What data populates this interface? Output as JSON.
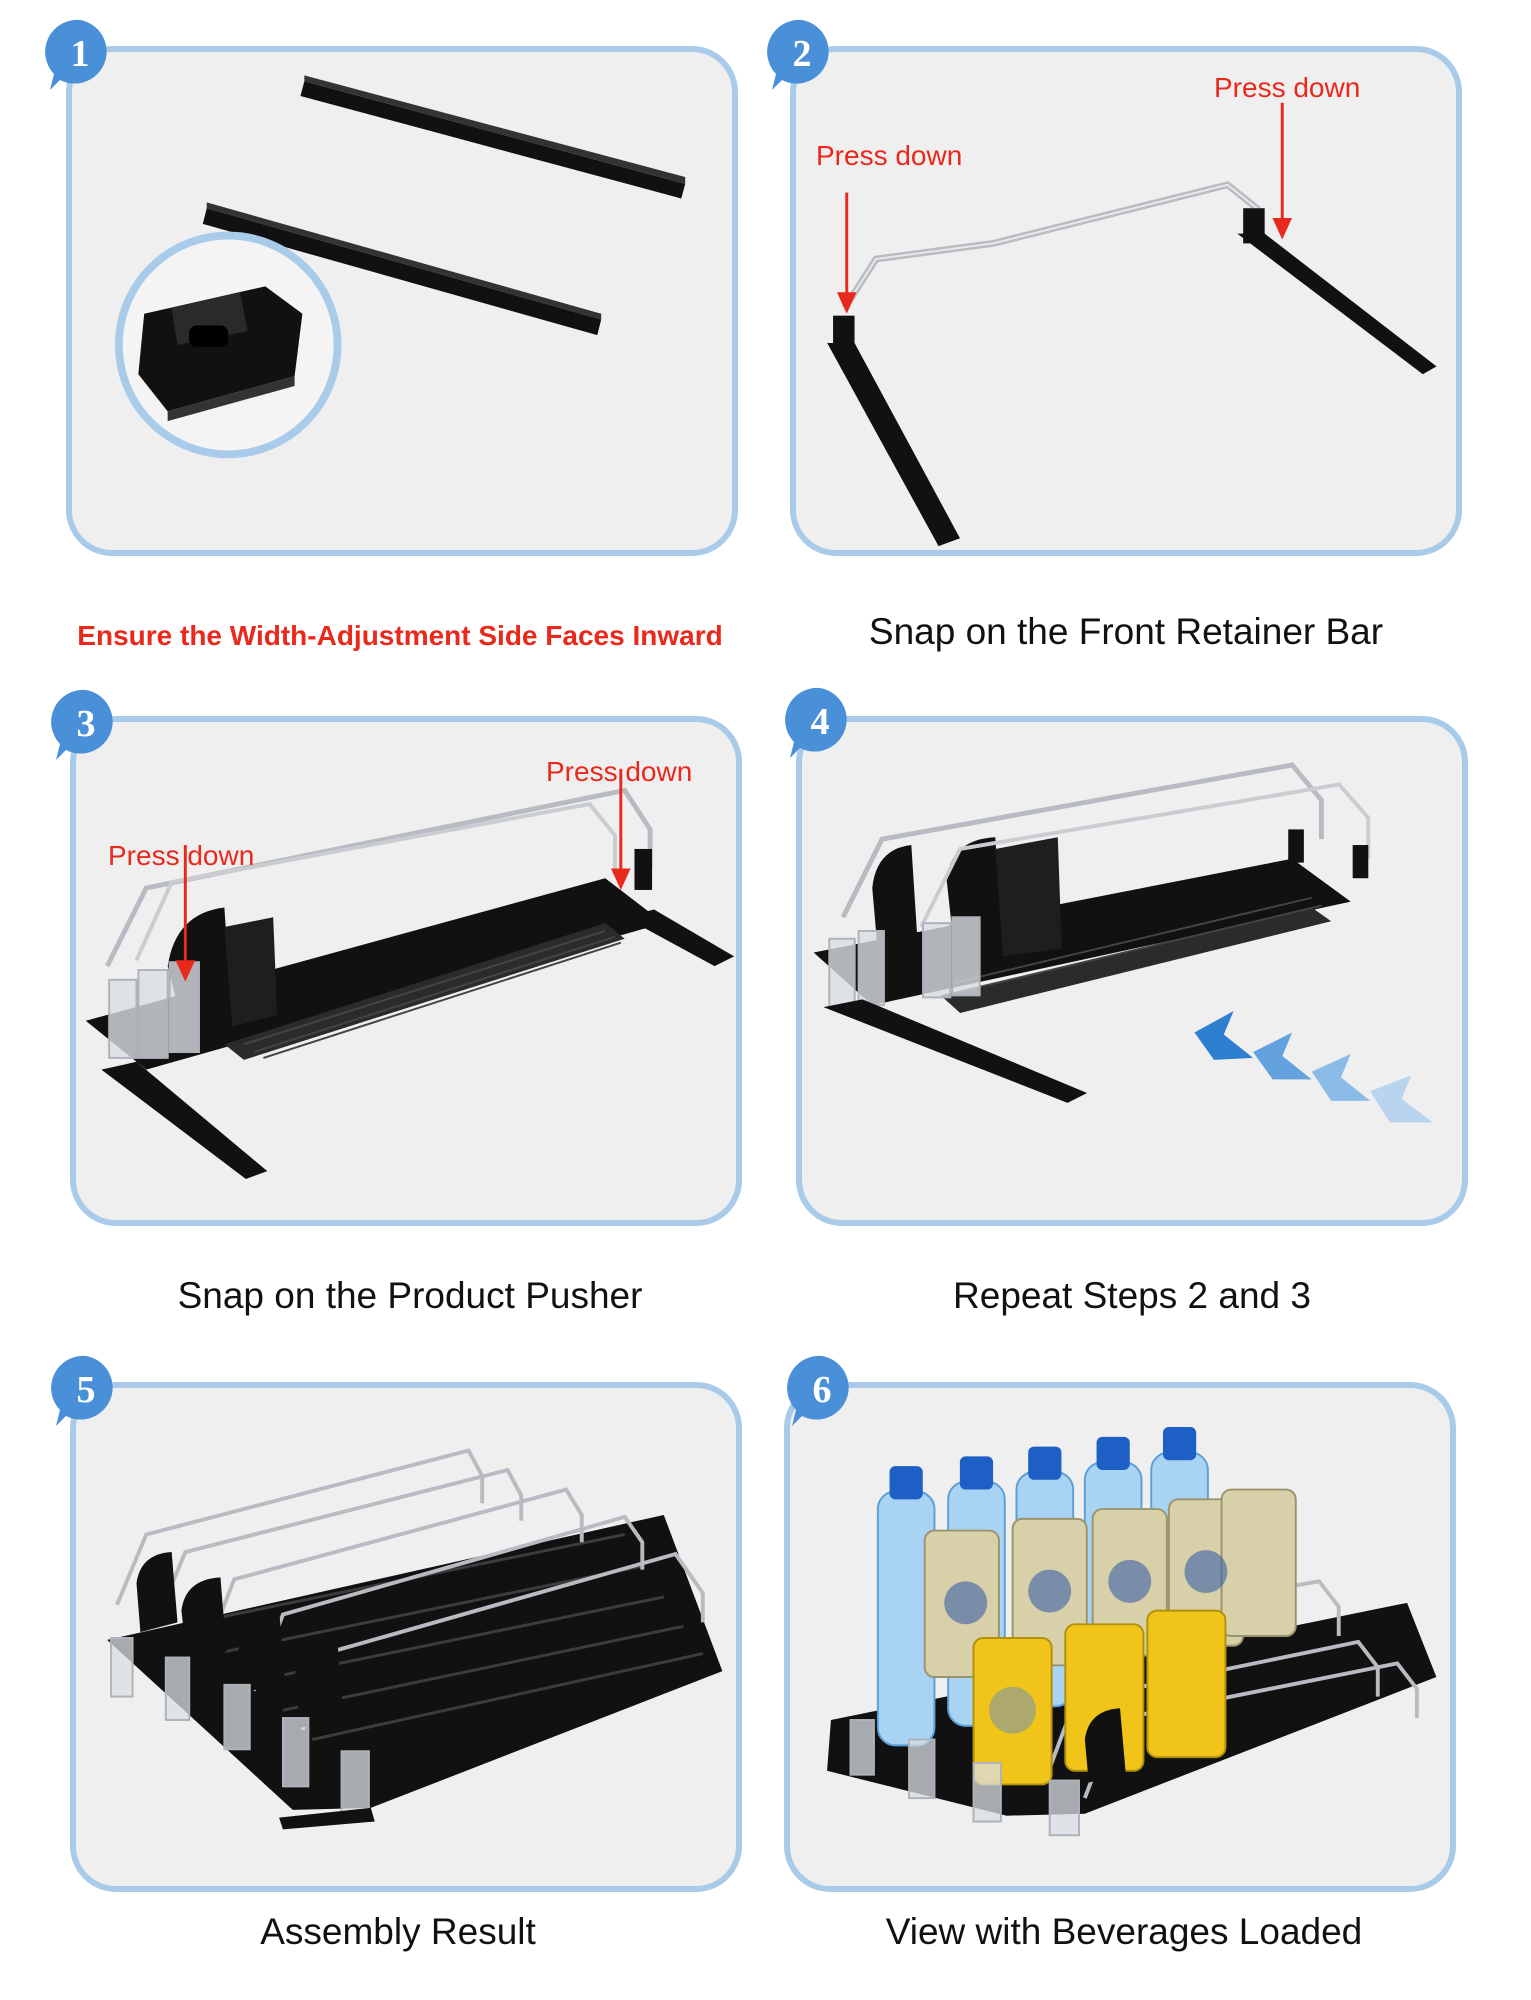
{
  "steps": [
    {
      "number": "1",
      "caption": "Ensure the Width-Adjustment Side Faces Inward",
      "callouts": []
    },
    {
      "number": "2",
      "caption": "Snap on the Front Retainer Bar",
      "callouts": [
        "Press down",
        "Press down"
      ]
    },
    {
      "number": "3",
      "caption": "Snap on the Product Pusher",
      "callouts": [
        "Press down",
        "Press down"
      ]
    },
    {
      "number": "4",
      "caption": "Repeat Steps 2 and 3",
      "callouts": []
    },
    {
      "number": "5",
      "caption": "Assembly Result",
      "callouts": []
    },
    {
      "number": "6",
      "caption": "View with Beverages Loaded",
      "callouts": []
    }
  ],
  "colors": {
    "panel_border": "#a9cbea",
    "panel_fill": "#efefef",
    "badge": "#4a90d9",
    "callout_red": "#e8291c",
    "part_black": "#111111",
    "wire_silver": "#b8bcc2",
    "arrow_blue": "#3a8fd8"
  },
  "icons": {
    "badge": "speech-bubble-number-icon",
    "arrow": "red-down-arrow-icon",
    "direction": "blue-chevron-arrows-icon"
  }
}
